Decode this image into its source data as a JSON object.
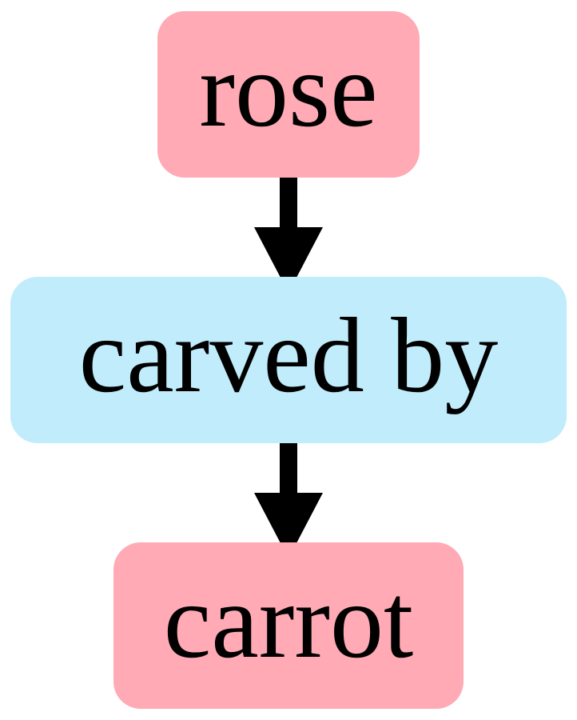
{
  "nodes": {
    "top": {
      "label": "rose",
      "color": "#ffaab4"
    },
    "middle": {
      "label": "carved by",
      "color": "#c0ecfb"
    },
    "bottom": {
      "label": "carrot",
      "color": "#ffaab4"
    }
  },
  "edges": [
    {
      "from": "rose",
      "to": "carved by"
    },
    {
      "from": "carved by",
      "to": "carrot"
    }
  ],
  "edge_color": "#000000"
}
